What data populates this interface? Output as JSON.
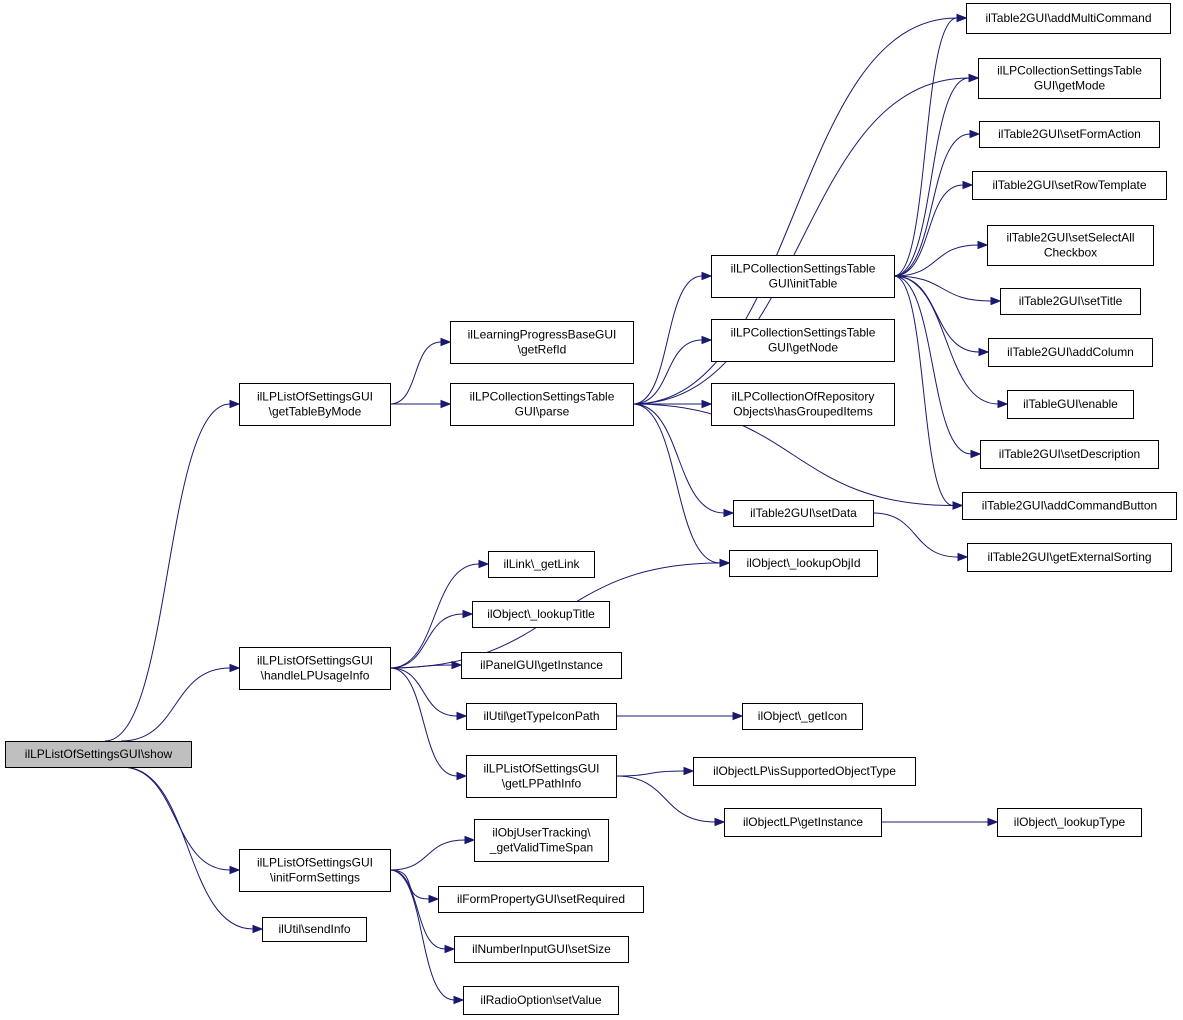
{
  "nodes": [
    {
      "id": "n0",
      "lines": [
        "ilLPListOfSettingsGUI\\show"
      ],
      "root": true
    },
    {
      "id": "n1",
      "lines": [
        "ilLPListOfSettingsGUI",
        "\\getTableByMode"
      ]
    },
    {
      "id": "n2",
      "lines": [
        "ilLPListOfSettingsGUI",
        "\\handleLPUsageInfo"
      ]
    },
    {
      "id": "n3",
      "lines": [
        "ilLPListOfSettingsGUI",
        "\\initFormSettings"
      ]
    },
    {
      "id": "n4",
      "lines": [
        "ilUtil\\sendInfo"
      ]
    },
    {
      "id": "n5",
      "lines": [
        "ilLearningProgressBaseGUI",
        "\\getRefId"
      ]
    },
    {
      "id": "n6",
      "lines": [
        "ilLPCollectionSettingsTable",
        "GUI\\parse"
      ]
    },
    {
      "id": "n7",
      "lines": [
        "ilLPCollectionSettingsTable",
        "GUI\\initTable"
      ]
    },
    {
      "id": "n8",
      "lines": [
        "ilLPCollectionSettingsTable",
        "GUI\\getNode"
      ]
    },
    {
      "id": "n9",
      "lines": [
        "ilLPCollectionOfRepository",
        "Objects\\hasGroupedItems"
      ]
    },
    {
      "id": "n10",
      "lines": [
        "ilTable2GUI\\setData"
      ]
    },
    {
      "id": "n11",
      "lines": [
        "ilObject\\_lookupObjId"
      ]
    },
    {
      "id": "n12",
      "lines": [
        "ilTable2GUI\\addMultiCommand"
      ]
    },
    {
      "id": "n13",
      "lines": [
        "ilLPCollectionSettingsTable",
        "GUI\\getMode"
      ]
    },
    {
      "id": "n14",
      "lines": [
        "ilTable2GUI\\setFormAction"
      ]
    },
    {
      "id": "n15",
      "lines": [
        "ilTable2GUI\\setRowTemplate"
      ]
    },
    {
      "id": "n16",
      "lines": [
        "ilTable2GUI\\setSelectAll",
        "Checkbox"
      ]
    },
    {
      "id": "n17",
      "lines": [
        "ilTable2GUI\\setTitle"
      ]
    },
    {
      "id": "n18",
      "lines": [
        "ilTable2GUI\\addColumn"
      ]
    },
    {
      "id": "n19",
      "lines": [
        "ilTableGUI\\enable"
      ]
    },
    {
      "id": "n20",
      "lines": [
        "ilTable2GUI\\setDescription"
      ]
    },
    {
      "id": "n21",
      "lines": [
        "ilTable2GUI\\addCommandButton"
      ]
    },
    {
      "id": "n22",
      "lines": [
        "ilTable2GUI\\getExternalSorting"
      ]
    },
    {
      "id": "n23",
      "lines": [
        "ilLink\\_getLink"
      ]
    },
    {
      "id": "n24",
      "lines": [
        "ilObject\\_lookupTitle"
      ]
    },
    {
      "id": "n25",
      "lines": [
        "ilPanelGUI\\getInstance"
      ]
    },
    {
      "id": "n26",
      "lines": [
        "ilUtil\\getTypeIconPath"
      ]
    },
    {
      "id": "n27",
      "lines": [
        "ilLPListOfSettingsGUI",
        "\\getLPPathInfo"
      ]
    },
    {
      "id": "n28",
      "lines": [
        "ilObject\\_getIcon"
      ]
    },
    {
      "id": "n29",
      "lines": [
        "ilObjectLP\\isSupportedObjectType"
      ]
    },
    {
      "id": "n30",
      "lines": [
        "ilObjectLP\\getInstance"
      ]
    },
    {
      "id": "n31",
      "lines": [
        "ilObject\\_lookupType"
      ]
    },
    {
      "id": "n32",
      "lines": [
        "ilObjUserTracking\\",
        "_getValidTimeSpan"
      ]
    },
    {
      "id": "n33",
      "lines": [
        "ilFormPropertyGUI\\setRequired"
      ]
    },
    {
      "id": "n34",
      "lines": [
        "ilNumberInputGUI\\setSize"
      ]
    },
    {
      "id": "n35",
      "lines": [
        "ilRadioOption\\setValue"
      ]
    }
  ],
  "edges": [
    [
      "n0",
      "n1"
    ],
    [
      "n0",
      "n2"
    ],
    [
      "n0",
      "n3"
    ],
    [
      "n0",
      "n4"
    ],
    [
      "n1",
      "n5"
    ],
    [
      "n1",
      "n6"
    ],
    [
      "n6",
      "n7"
    ],
    [
      "n6",
      "n8"
    ],
    [
      "n6",
      "n9"
    ],
    [
      "n6",
      "n10"
    ],
    [
      "n6",
      "n11"
    ],
    [
      "n6",
      "n12"
    ],
    [
      "n6",
      "n13"
    ],
    [
      "n6",
      "n21"
    ],
    [
      "n7",
      "n12"
    ],
    [
      "n7",
      "n13"
    ],
    [
      "n7",
      "n14"
    ],
    [
      "n7",
      "n15"
    ],
    [
      "n7",
      "n16"
    ],
    [
      "n7",
      "n17"
    ],
    [
      "n7",
      "n18"
    ],
    [
      "n7",
      "n19"
    ],
    [
      "n7",
      "n20"
    ],
    [
      "n7",
      "n21"
    ],
    [
      "n10",
      "n22"
    ],
    [
      "n2",
      "n11"
    ],
    [
      "n2",
      "n23"
    ],
    [
      "n2",
      "n24"
    ],
    [
      "n2",
      "n25"
    ],
    [
      "n2",
      "n26"
    ],
    [
      "n2",
      "n27"
    ],
    [
      "n26",
      "n28"
    ],
    [
      "n27",
      "n29"
    ],
    [
      "n27",
      "n30"
    ],
    [
      "n30",
      "n31"
    ],
    [
      "n3",
      "n32"
    ],
    [
      "n3",
      "n33"
    ],
    [
      "n3",
      "n34"
    ],
    [
      "n3",
      "n35"
    ]
  ]
}
